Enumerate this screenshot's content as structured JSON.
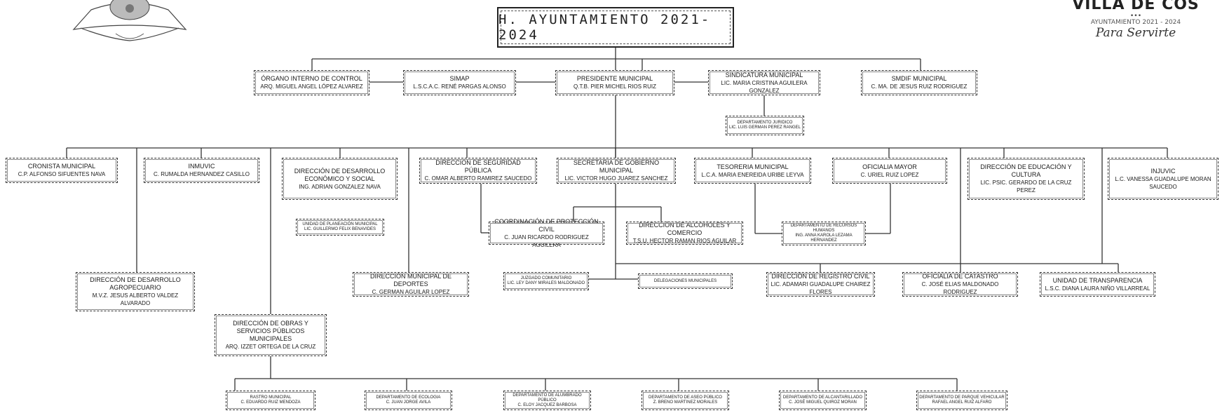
{
  "header": {
    "title": "H. AYUNTAMIENTO 2021-2024",
    "brand_name": "VILLA DE COS",
    "brand_dots": "•••",
    "brand_sub": "AYUNTAMIENTO 2021 - 2024",
    "brand_slogan": "Para Servirte"
  },
  "org": {
    "organo": {
      "title": "ÓRGANO INTERNO DE CONTROL",
      "person": "ARQ. MIGUEL ANGEL LÓPEZ ALVAREZ"
    },
    "simap": {
      "title": "SIMAP",
      "person": "L.S.C.A.C. RENÉ PARGAS ALONSO"
    },
    "presidente": {
      "title": "PRESIDENTE MUNICIPAL",
      "person": "Q.T.B. PIER MICHEL RIOS RUIZ"
    },
    "sindicatura": {
      "title": "SINDICATURA MUNICIPAL",
      "person": "LIC. MARIA CRISTINA AGUILERA GONZALEZ"
    },
    "smdif": {
      "title": "SMDIF MUNICIPAL",
      "person": "C. MA. DE JESUS RUIZ RODRIGUEZ"
    },
    "juridico": {
      "title": "DEPARTAMENTO JURIDICO",
      "person": "LIC. LUIS GERMAN PEREZ RANGEL"
    },
    "cronista": {
      "title": "CRONISTA MUNICIPAL",
      "person": "C.P. ALFONSO SIFUENTES NAVA"
    },
    "inmuvic": {
      "title": "INMUVIC",
      "person": "C. RUMALDA HERNANDEZ CASILLO"
    },
    "desarrollo_social": {
      "title": "DIRECCIÓN DE DESARROLLO ECONÓMICO Y SOCIAL",
      "person": "ING. ADRIAN GONZALEZ NAVA"
    },
    "planeacion": {
      "title": "UNIDAD DE PLANEACIÓN MUNICIPAL",
      "person": "LIC. GUILLERMO FELIX BENAVIDES"
    },
    "seguridad": {
      "title": "DIRECCIÓN DE SEGURIDAD PÚBLICA",
      "person": "C. OMAR ALBERTO RAMIREZ SAUCEDO"
    },
    "gobierno": {
      "title": "SECRETARIA DE GOBIERNO MUNICIPAL",
      "person": "LIC. VICTOR HUGO JUAREZ SANCHEZ"
    },
    "tesoreria": {
      "title": "TESORERIA MUNICIPAL",
      "person": "L.C.A. MARIA ENEREIDA URIBE LEYVA"
    },
    "oficialia_mayor": {
      "title": "OFICIALIA MAYOR",
      "person": "C. URIEL RUIZ LOPEZ"
    },
    "educacion": {
      "title": "DIRECCIÓN DE EDUCACIÓN Y CULTURA",
      "person": "LIC. PSIC. GERARDO DE LA CRUZ PEREZ"
    },
    "injuvic": {
      "title": "INJUVIC",
      "person": "L.C. VANESSA GUADALUPE MORAN SAUCEDO"
    },
    "proteccion_civil": {
      "title": "COORDINACIÓN DE PROTECCIÓN CIVIL",
      "person": "C. JUAN RICARDO RODRIGUEZ AGUILERA"
    },
    "alcoholes": {
      "title": "DIRECCIÓN DE ALCOHOLES Y COMERCIO",
      "person": "T.S.U. HECTOR RAMAN RIOS AGUILAR"
    },
    "recursos_humanos": {
      "title": "DEPARTAMENTO DE RECURSOS HUMANOS",
      "person": "ING. ANNA KAROLA LEZAMA HERNANDEZ"
    },
    "agropecuario": {
      "title": "DIRECCIÓN DE DESARROLLO AGROPECUARIO",
      "person": "M.V.Z. JESUS ALBERTO VALDEZ ALVARADO"
    },
    "deportes": {
      "title": "DIRECCIÓN MUNICIPAL DE DEPORTES",
      "person": "C. GERMAN AGUILAR LOPEZ"
    },
    "juzgado": {
      "title": "JUZGADO COMUNITARIO",
      "person": "LIC. LEY DANY MIRALES MALDONADO"
    },
    "delegaciones": {
      "title": "DELEGACIONES MUNICIPALES",
      "person": ""
    },
    "registro_civil": {
      "title": "DIRECCIÓN DE REGISTRO CIVIL",
      "person": "LIC. ADAMARI GUADALUPE CHAIREZ FLORES"
    },
    "catastro": {
      "title": "OFICIALIA DE CATASTRO",
      "person": "C. JOSÉ ELIAS MALDONADO RODRIGUEZ"
    },
    "transparencia": {
      "title": "UNIDAD DE TRANSPARENCIA",
      "person": "L.S.C. DIANA LAURA NIÑO VILLARREAL"
    },
    "obras": {
      "title": "DIRECCIÓN DE OBRAS Y SERVICIOS PÚBLICOS MUNICIPALES",
      "person": "ARQ. IZZET ORTEGA DE LA CRUZ"
    },
    "rastro": {
      "title": "RASTRO MUNICIPAL",
      "person": "C. EDUARDO RUIZ MENDOZA"
    },
    "ecologia": {
      "title": "DEPARTAMENTO DE ECOLOGIA",
      "person": "C. JUAN JORGE AVILA"
    },
    "alumbrado": {
      "title": "DEPARTAMENTO DE ALUMBRADO PÚBLICO",
      "person": "C. ELOY JACQUEZ BARBOSA"
    },
    "aseo": {
      "title": "DEPARTAMENTO DE ASEO PÚBLICO",
      "person": "Z. BRENO MARTINEZ MORALES"
    },
    "alcantarillado": {
      "title": "DEPARTAMENTO DE ALCANTARILLADO",
      "person": "C. JOSÉ MIGUEL QUIROZ MORAN"
    },
    "parque_vehicular": {
      "title": "DEPARTAMENTO DE PARQUE VEHICULAR",
      "person": "RAFAEL ANGEL RUIZ ALFARO"
    }
  }
}
